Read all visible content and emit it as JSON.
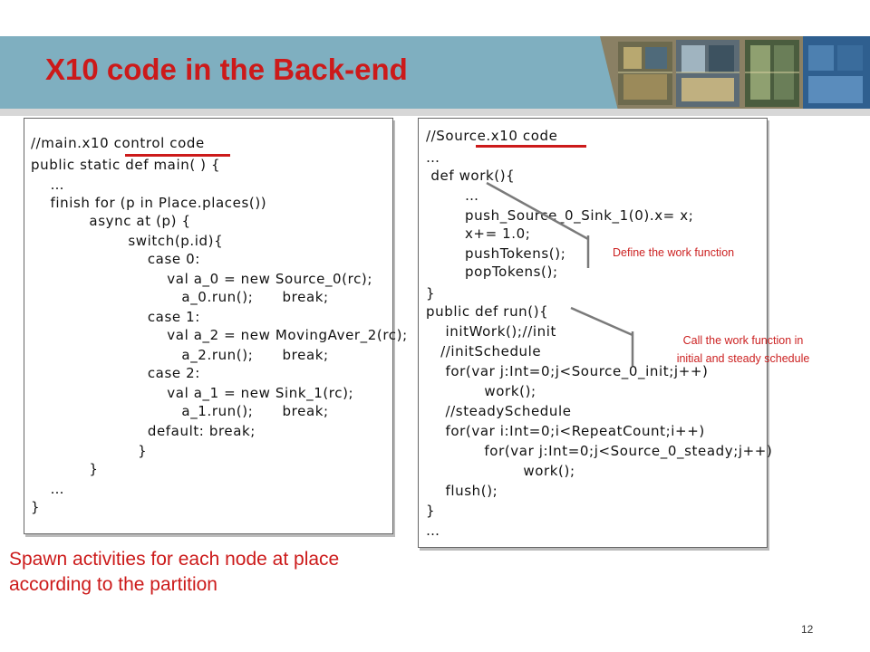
{
  "slide": {
    "title": "X10 code in the Back-end",
    "page_number": "12",
    "caption_line1": "Spawn activities for each node at place",
    "caption_line2": "according to the partition"
  },
  "left_code": [
    "//main.x10 control code",
    "public static def main( ) {",
    "    …",
    "    finish for (p in Place.places())",
    "            async at (p) {",
    "                    switch(p.id){",
    "                        case 0:",
    "                            val a_0 = new Source_0(rc);",
    "                               a_0.run();      break;",
    "                        case 1:",
    "                            val a_2 = new MovingAver_2(rc);",
    "                               a_2.run();      break;",
    "                        case 2:",
    "                            val a_1 = new Sink_1(rc);",
    "                               a_1.run();      break;",
    "                        default: break;",
    "                      }",
    "            }",
    "    …",
    "}"
  ],
  "right_code": [
    "//Source.x10 code",
    "…",
    " def work(){",
    "        …",
    "        push_Source_0_Sink_1(0).x= x;",
    "        x+= 1.0;",
    "        pushTokens();",
    "        popTokens();",
    "}",
    "public def run(){",
    "    initWork();//init",
    "   //initSchedule",
    "    for(var j:Int=0;j<Source_0_init;j++)",
    "            work();",
    "    //steadySchedule",
    "    for(var i:Int=0;i<RepeatCount;i++)",
    "            for(var j:Int=0;j<Source_0_steady;j++)",
    "                    work();",
    "    flush();",
    "}",
    "…"
  ],
  "annotations": {
    "work_function": "Define the work function",
    "call_line1": "Call the work function in",
    "call_line2": "initial and steady schedule"
  },
  "colors": {
    "title_red": "#cc1a1a",
    "band_blue": "#7fafc0",
    "annotation_red": "#cc2222"
  }
}
